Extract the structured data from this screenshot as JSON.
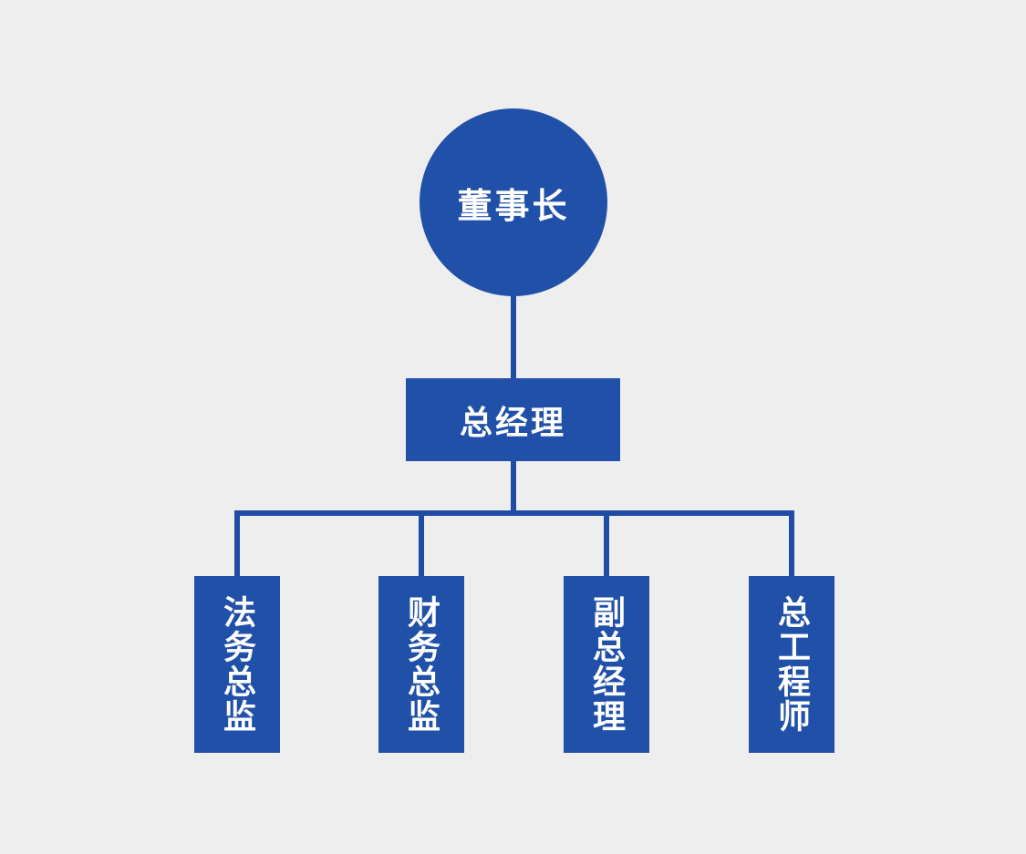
{
  "diagram": {
    "type": "org-chart",
    "colors": {
      "node": "#2150A8",
      "line": "#1F4CA6",
      "text": "#FFFFFF",
      "bg": "#EEEEEF"
    },
    "root": {
      "label": "董事长",
      "shape": "circle"
    },
    "level2": {
      "label": "总经理",
      "shape": "rectangle"
    },
    "level3": {
      "items": [
        {
          "label": "法务总监"
        },
        {
          "label": "财务总监"
        },
        {
          "label": "副总经理"
        },
        {
          "label": "总工程师"
        }
      ]
    }
  }
}
